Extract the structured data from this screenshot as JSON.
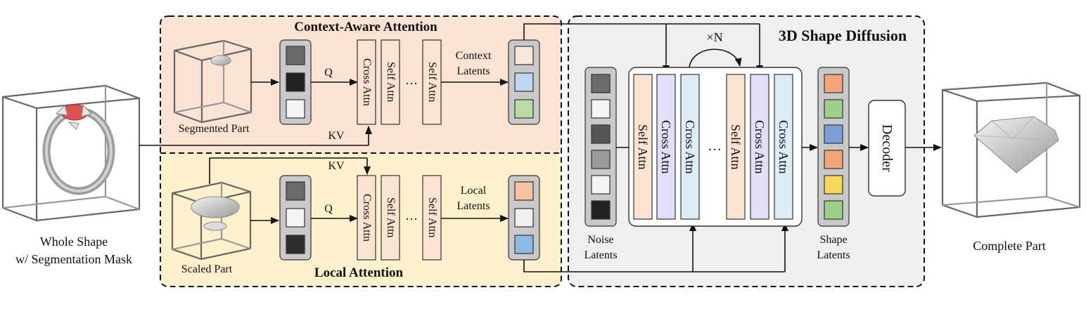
{
  "diagram": {
    "input": {
      "caption_line1": "Whole Shape",
      "caption_line2": "w/ Segmentation Mask"
    },
    "context_branch": {
      "title": "Context-Aware Attention",
      "part_label": "Segmented Part",
      "q_label": "Q",
      "kv_label": "KV",
      "output_line1": "Context",
      "output_line2": "Latents",
      "blocks": [
        "Cross Attn",
        "Self Attn",
        "Self Attn"
      ],
      "ellipsis": "…",
      "token_colors": [
        "#6b6b6b",
        "#222222",
        "#f4f4f4"
      ],
      "latent_colors": [
        "#fbe6da",
        "#bcd7ef",
        "#b9dba6"
      ]
    },
    "local_branch": {
      "title": "Local Attention",
      "part_label": "Scaled Part",
      "q_label": "Q",
      "kv_label": "KV",
      "output_line1": "Local",
      "output_line2": "Latents",
      "blocks": [
        "Cross Attn",
        "Self Attn",
        "Self Attn"
      ],
      "ellipsis": "…",
      "token_colors": [
        "#6b6b6b",
        "#f4f4f4",
        "#2e2e2e"
      ],
      "latent_colors": [
        "#f6c2a2",
        "#f0f0f0",
        "#8db9e4"
      ]
    },
    "diffusion": {
      "title": "3D Shape Diffusion",
      "repeat_label": "×N",
      "noise_line1": "Noise",
      "noise_line2": "Latents",
      "noise_colors": [
        "#6b6b6b",
        "#f4f4f4",
        "#555555",
        "#9a9a9a",
        "#f4f4f4",
        "#222222"
      ],
      "blocks": [
        "Self Attn",
        "Cross Attn",
        "Cross Attn",
        "Self Attn",
        "Cross Attn",
        "Cross Attn"
      ],
      "ellipsis": "…",
      "shape_line1": "Shape",
      "shape_line2": "Latents",
      "shape_colors": [
        "#f2a47a",
        "#9fd08a",
        "#7d9fd8",
        "#f2a47a",
        "#f9d75a",
        "#9fd08a"
      ],
      "decoder_label": "Decoder"
    },
    "output": {
      "caption": "Complete Part"
    },
    "colors": {
      "context_bg": "#fbe3d4",
      "local_bg": "#fdf0cc",
      "diffusion_bg": "#efefef",
      "self_attn": "#fbe3d2",
      "cross_attn_a": "#e4defa",
      "cross_attn_b": "#dcedf7",
      "latent_stack_bg": "#c9c9c9",
      "ring_mask": "#e05252"
    }
  }
}
